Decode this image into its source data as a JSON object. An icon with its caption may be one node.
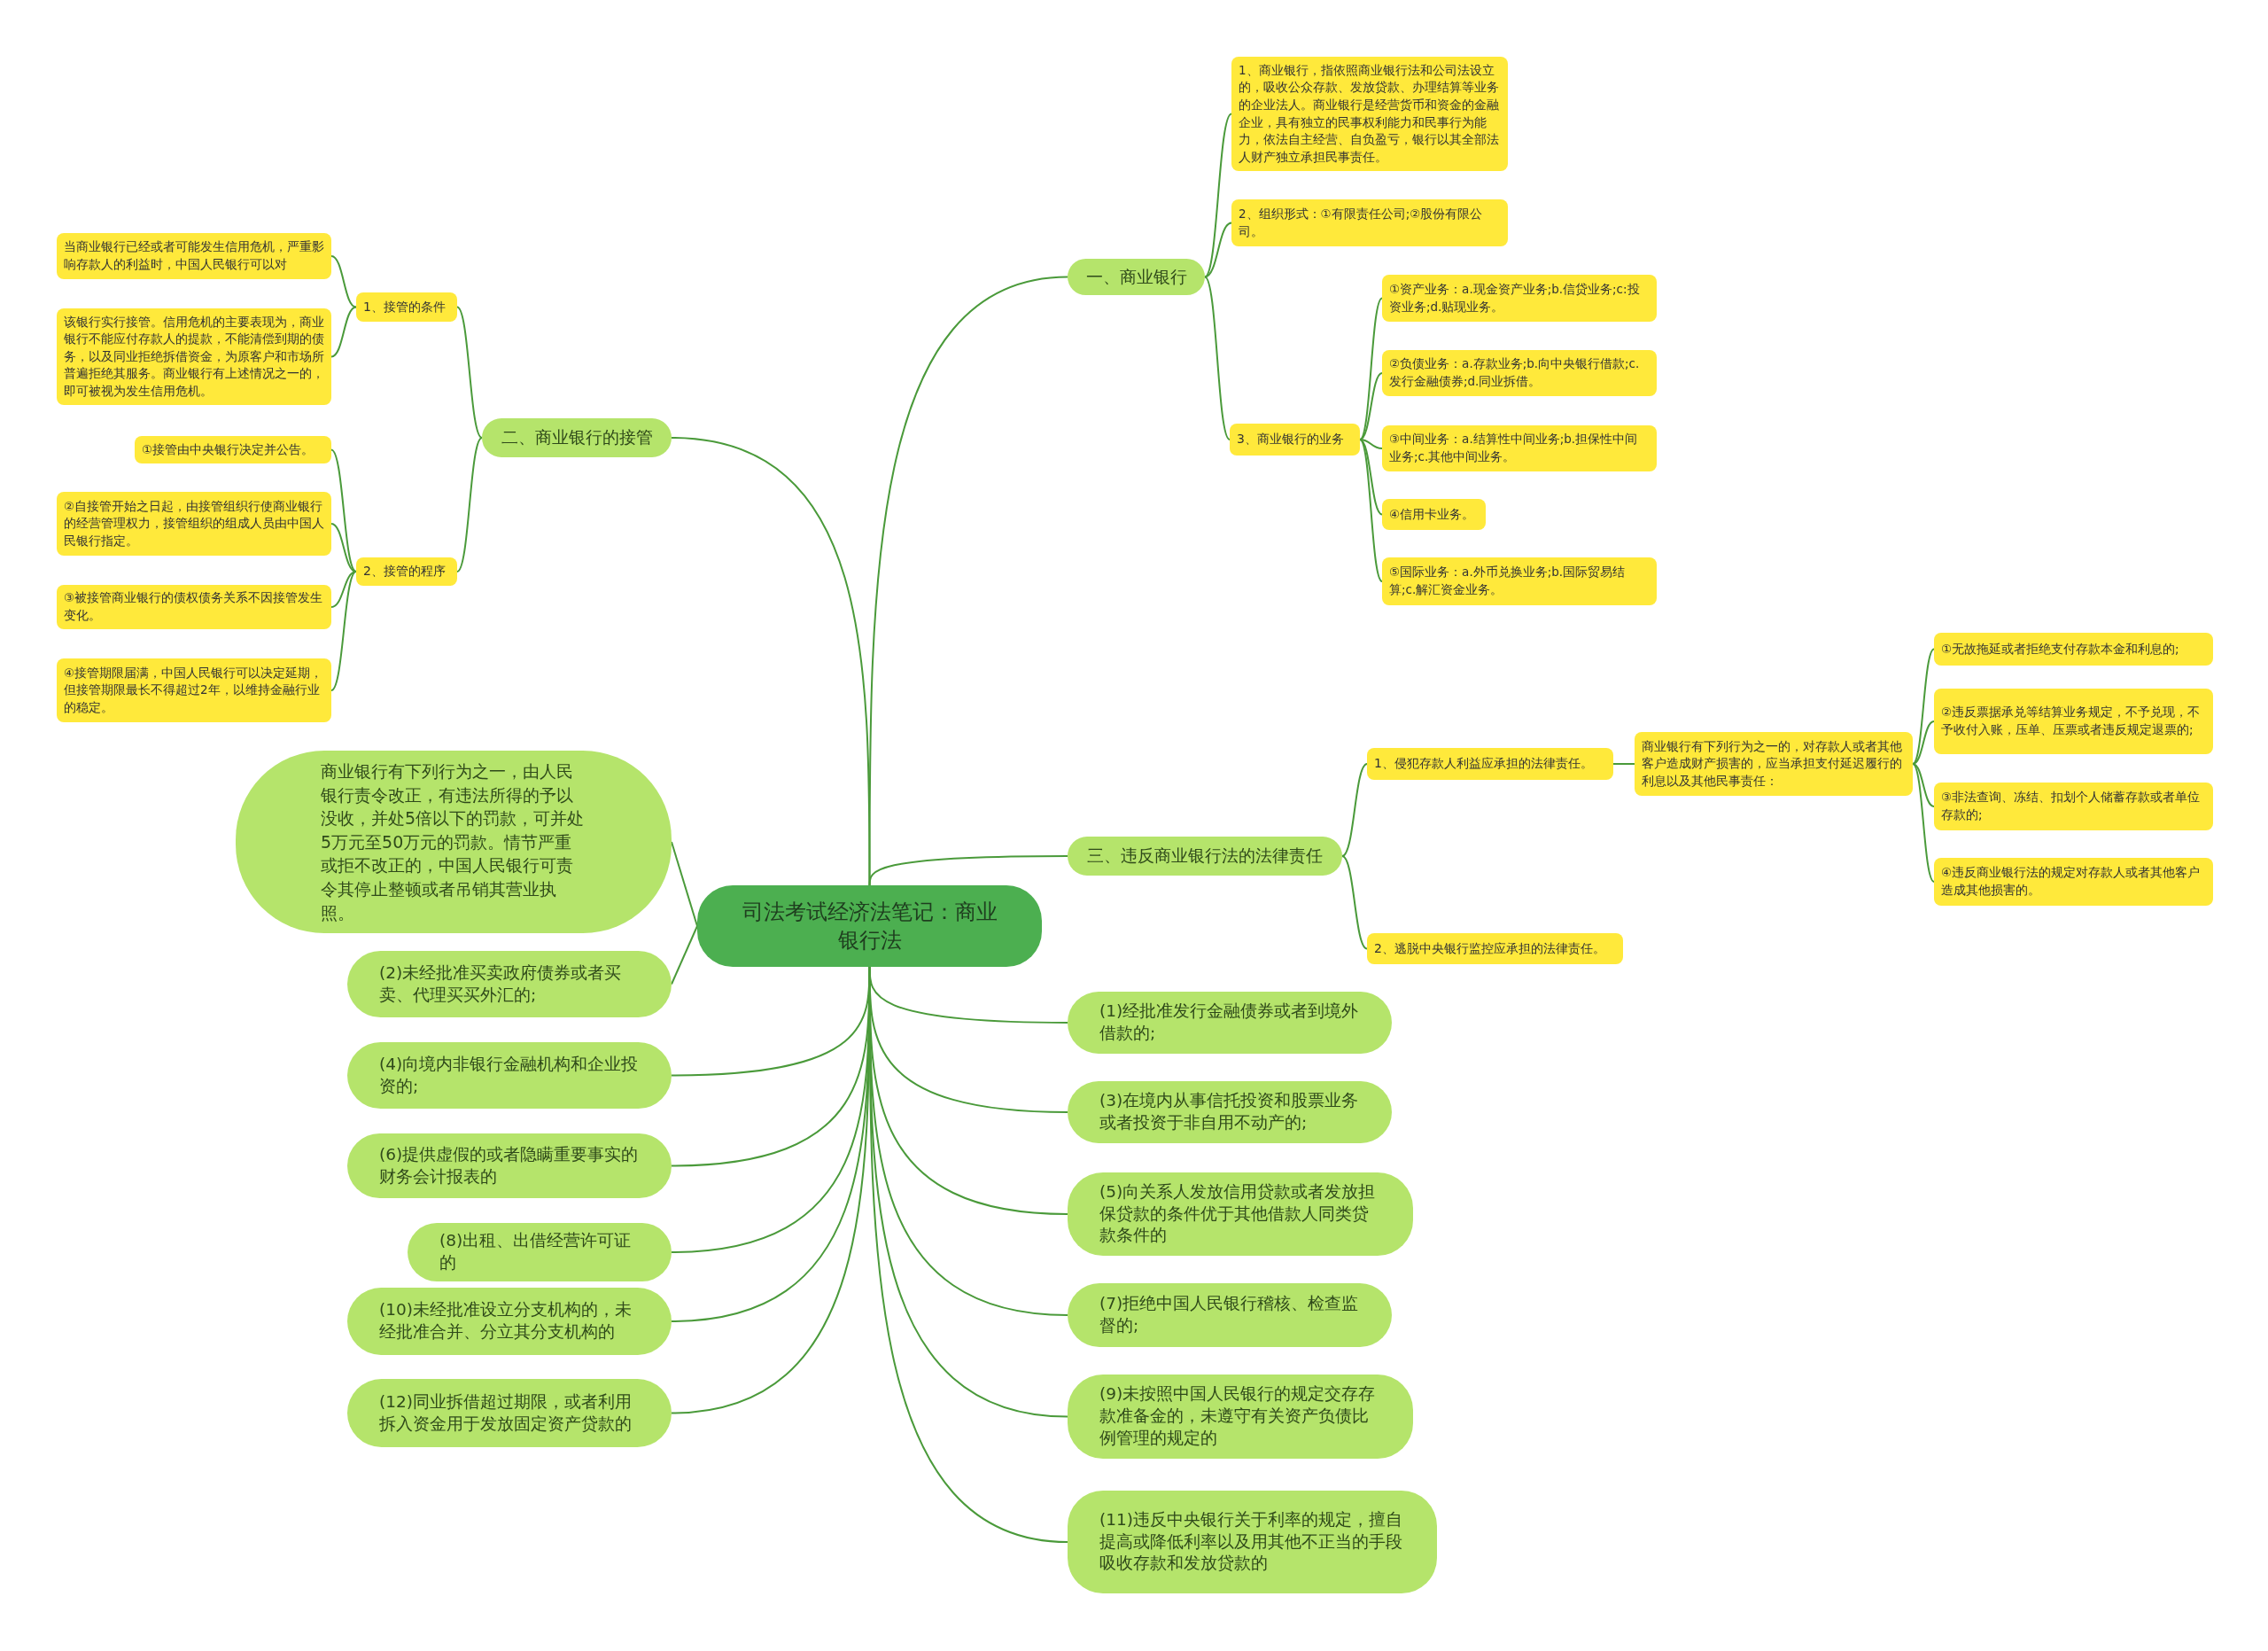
{
  "diagram": {
    "nodes": [
      {
        "text": [
          "司法考试经济法笔记：商业银行法"
        ]
      },
      {
        "text": [
          "一、商业银行"
        ]
      },
      {
        "text": [
          "1、商业银行，指依照商业银行法和公司法设立的，吸收公众存款、发放贷款、办理结算等业务的企业法人。商业银行是经营货币和资金的金融企业，具有独立的民事权利能力和民事行为能力，依法自主经营、自负盈亏，银行以其全部法人财产独立承担民事责任。"
        ]
      },
      {
        "text": [
          "2、组织形式：①有限责任公司;②股份有限公司。"
        ]
      },
      {
        "text": [
          "3、商业银行的业务"
        ]
      },
      {
        "text": [
          "①资产业务：a.现金资产业务;b.信贷业务;c:投资业务;d.贴现业务。"
        ]
      },
      {
        "text": [
          "②负债业务：a.存款业务;b.向中央银行借款;c.发行金融债券;d.同业拆借。"
        ]
      },
      {
        "text": [
          "③中间业务：a.结算性中间业务;b.担保性中间业务;c.其他中间业务。"
        ]
      },
      {
        "text": [
          "④信用卡业务。"
        ]
      },
      {
        "text": [
          "⑤国际业务：a.外币兑换业务;b.国际贸易结算;c.解汇资金业务。"
        ]
      },
      {
        "text": [
          "二、商业银行的接管"
        ]
      },
      {
        "text": [
          "1、接管的条件"
        ]
      },
      {
        "text": [
          "当商业银行已经或者可能发生信用危机，严重影响存款人的利益时，中国人民银行可以对"
        ]
      },
      {
        "text": [
          "该银行实行接管。信用危机的主要表现为，商业银行不能应付存款人的提款，不能清偿到期的债务，以及同业拒绝拆借资金，为原客户和市场所普遍拒绝其服务。商业银行有上述情况之一的，即可被视为发生信用危机。"
        ]
      },
      {
        "text": [
          "2、接管的程序"
        ]
      },
      {
        "text": [
          "①接管由中央银行决定并公告。"
        ]
      },
      {
        "text": [
          "②自接管开始之日起，由接管组织行使商业银行的经营管理权力，接管组织的组成人员由中国人民银行指定。"
        ]
      },
      {
        "text": [
          "③被接管商业银行的债权债务关系不因接管发生变化。"
        ]
      },
      {
        "text": [
          "④接管期限届满，中国人民银行可以决定延期，但接管期限最长不得超过2年，以维持金融行业的稳定。"
        ]
      },
      {
        "text": [
          "三、违反商业银行法的法律责任"
        ]
      },
      {
        "text": [
          "1、侵犯存款人利益应承担的法律责任。"
        ]
      },
      {
        "text": [
          "商业银行有下列行为之一的，对存款人或者其他客户造成财产损害的，应当承担支付延迟履行的利息以及其他民事责任："
        ]
      },
      {
        "text": [
          "①无故拖延或者拒绝支付存款本金和利息的;"
        ]
      },
      {
        "text": [
          "②违反票据承兑等结算业务规定，不予兑现，不予收付入账，压单、压票或者违反规定退票的;"
        ]
      },
      {
        "text": [
          "③非法查询、冻结、扣划个人储蓄存款或者单位存款的;"
        ]
      },
      {
        "text": [
          "④违反商业银行法的规定对存款人或者其他客户造成其他损害的。"
        ]
      },
      {
        "text": [
          "2、逃脱中央银行监控应承担的法律责任。"
        ]
      },
      {
        "text": [
          "商业银行有下列行为之一，由人民银行责令改正，有违法所得的予以没收，并处5倍以下的罚款，可并处5万元至50万元的罚款。情节严重或拒不改正的，中国人民银行可责令其停止整顿或者吊销其营业执照。"
        ]
      },
      {
        "text": [
          "(1)经批准发行金融债券或者到境外借款的;"
        ]
      },
      {
        "text": [
          "(2)未经批准买卖政府债券或者买卖、代理买买外汇的;"
        ]
      },
      {
        "text": [
          "(3)在境内从事信托投资和股票业务或者投资于非自用不动产的;"
        ]
      },
      {
        "text": [
          "(4)向境内非银行金融机构和企业投资的;"
        ]
      },
      {
        "text": [
          "(5)向关系人发放信用贷款或者发放担保贷款的条件优于其他借款人同类贷款条件的"
        ]
      },
      {
        "text": [
          "(6)提供虚假的或者隐瞒重要事实的财务会计报表的"
        ]
      },
      {
        "text": [
          "(7)拒绝中国人民银行稽核、检查监督的;"
        ]
      },
      {
        "text": [
          "(8)出租、出借经营许可证的"
        ]
      },
      {
        "text": [
          "(9)未按照中国人民银行的规定交存存款准备金的，未遵守有关资产负债比例管理的规定的"
        ]
      },
      {
        "text": [
          "(10)未经批准设立分支机构的，未经批准合并、分立其分支机构的"
        ]
      },
      {
        "text": [
          "(11)违反中央银行关于利率的规定，擅自提高或降低利率以及用其他不正当的手段吸收存款和发放贷款的"
        ]
      },
      {
        "text": [
          "(12)同业拆借超过期限，或者利用拆入资金用于发放固定资产贷款的"
        ]
      }
    ],
    "edges": [
      {
        "from": 0,
        "to": 1,
        "arrow": "none"
      },
      {
        "from": 1,
        "to": 2,
        "arrow": "none"
      },
      {
        "from": 1,
        "to": 3,
        "arrow": "none"
      },
      {
        "from": 1,
        "to": 4,
        "arrow": "none"
      },
      {
        "from": 4,
        "to": 5,
        "arrow": "none"
      },
      {
        "from": 4,
        "to": 6,
        "arrow": "none"
      },
      {
        "from": 4,
        "to": 7,
        "arrow": "none"
      },
      {
        "from": 4,
        "to": 8,
        "arrow": "none"
      },
      {
        "from": 4,
        "to": 9,
        "arrow": "none"
      },
      {
        "from": 0,
        "to": 10,
        "arrow": "none"
      },
      {
        "from": 10,
        "to": 11,
        "arrow": "none"
      },
      {
        "from": 11,
        "to": 12,
        "arrow": "none"
      },
      {
        "from": 11,
        "to": 13,
        "arrow": "none"
      },
      {
        "from": 10,
        "to": 14,
        "arrow": "none"
      },
      {
        "from": 14,
        "to": 15,
        "arrow": "none"
      },
      {
        "from": 14,
        "to": 16,
        "arrow": "none"
      },
      {
        "from": 14,
        "to": 17,
        "arrow": "none"
      },
      {
        "from": 14,
        "to": 18,
        "arrow": "none"
      },
      {
        "from": 0,
        "to": 19,
        "arrow": "none"
      },
      {
        "from": 19,
        "to": 20,
        "arrow": "none"
      },
      {
        "from": 20,
        "to": 21,
        "arrow": "none"
      },
      {
        "from": 21,
        "to": 22,
        "arrow": "none"
      },
      {
        "from": 21,
        "to": 23,
        "arrow": "none"
      },
      {
        "from": 21,
        "to": 24,
        "arrow": "none"
      },
      {
        "from": 21,
        "to": 25,
        "arrow": "none"
      },
      {
        "from": 19,
        "to": 26,
        "arrow": "none"
      },
      {
        "from": 0,
        "to": 27,
        "arrow": "none"
      },
      {
        "from": 0,
        "to": 28,
        "arrow": "none"
      },
      {
        "from": 0,
        "to": 29,
        "arrow": "none"
      },
      {
        "from": 0,
        "to": 30,
        "arrow": "none"
      },
      {
        "from": 0,
        "to": 31,
        "arrow": "none"
      },
      {
        "from": 0,
        "to": 32,
        "arrow": "none"
      },
      {
        "from": 0,
        "to": 33,
        "arrow": "none"
      },
      {
        "from": 0,
        "to": 34,
        "arrow": "none"
      },
      {
        "from": 0,
        "to": 35,
        "arrow": "none"
      },
      {
        "from": 0,
        "to": 36,
        "arrow": "none"
      },
      {
        "from": 0,
        "to": 37,
        "arrow": "none"
      },
      {
        "from": 0,
        "to": 38,
        "arrow": "none"
      },
      {
        "from": 0,
        "to": 39,
        "arrow": "none"
      }
    ]
  }
}
